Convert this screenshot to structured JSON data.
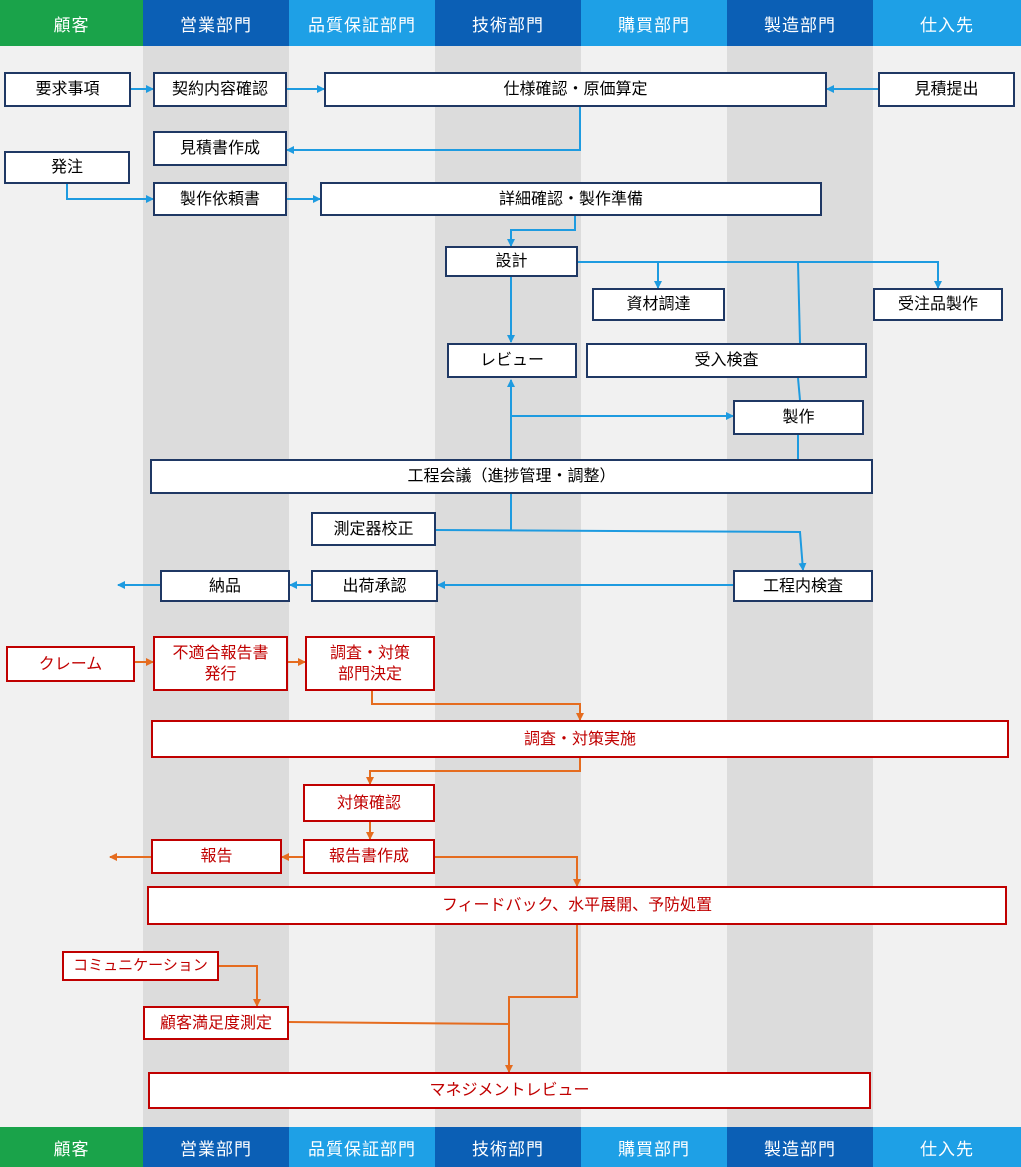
{
  "lanes": [
    {
      "label": "顧客",
      "color": "#1aa34a"
    },
    {
      "label": "営業部門",
      "color": "#0b5fb5"
    },
    {
      "label": "品質保証部門",
      "color": "#1ea0e6"
    },
    {
      "label": "技術部門",
      "color": "#0b5fb5"
    },
    {
      "label": "購買部門",
      "color": "#1ea0e6"
    },
    {
      "label": "製造部門",
      "color": "#0b5fb5"
    },
    {
      "label": "仕入先",
      "color": "#1ea0e6"
    }
  ],
  "colors": {
    "blue_flow": "#1e9be0",
    "orange_flow": "#e56c1f",
    "box_border": "#1f3864",
    "red_border": "#c00000"
  },
  "boxes": {
    "requirement": "要求事項",
    "contract_check": "契約内容確認",
    "spec_check": "仕様確認・原価算定",
    "quote_submit": "見積提出",
    "quote_create": "見積書作成",
    "order": "発注",
    "production_request": "製作依頼書",
    "detail_check": "詳細確認・製作準備",
    "design": "設計",
    "material": "資材調達",
    "outsourced": "受注品製作",
    "review": "レビュー",
    "receiving_inspection": "受入検査",
    "manufacture": "製作",
    "process_meeting": "工程会議（進捗管理・調整）",
    "calibration": "測定器校正",
    "delivery": "納品",
    "shipping_approval": "出荷承認",
    "in_process_inspection": "工程内検査",
    "claim": "クレーム",
    "nonconformity_line1": "不適合報告書",
    "nonconformity_line2": "発行",
    "investigation_line1": "調査・対策",
    "investigation_line2": "部門決定",
    "countermeasure": "調査・対策実施",
    "countermeasure_check": "対策確認",
    "report": "報告",
    "report_create": "報告書作成",
    "feedback": "フィードバック、水平展開、予防処置",
    "communication": "コミュニケーション",
    "satisfaction": "顧客満足度測定",
    "management_review": "マネジメントレビュー"
  }
}
